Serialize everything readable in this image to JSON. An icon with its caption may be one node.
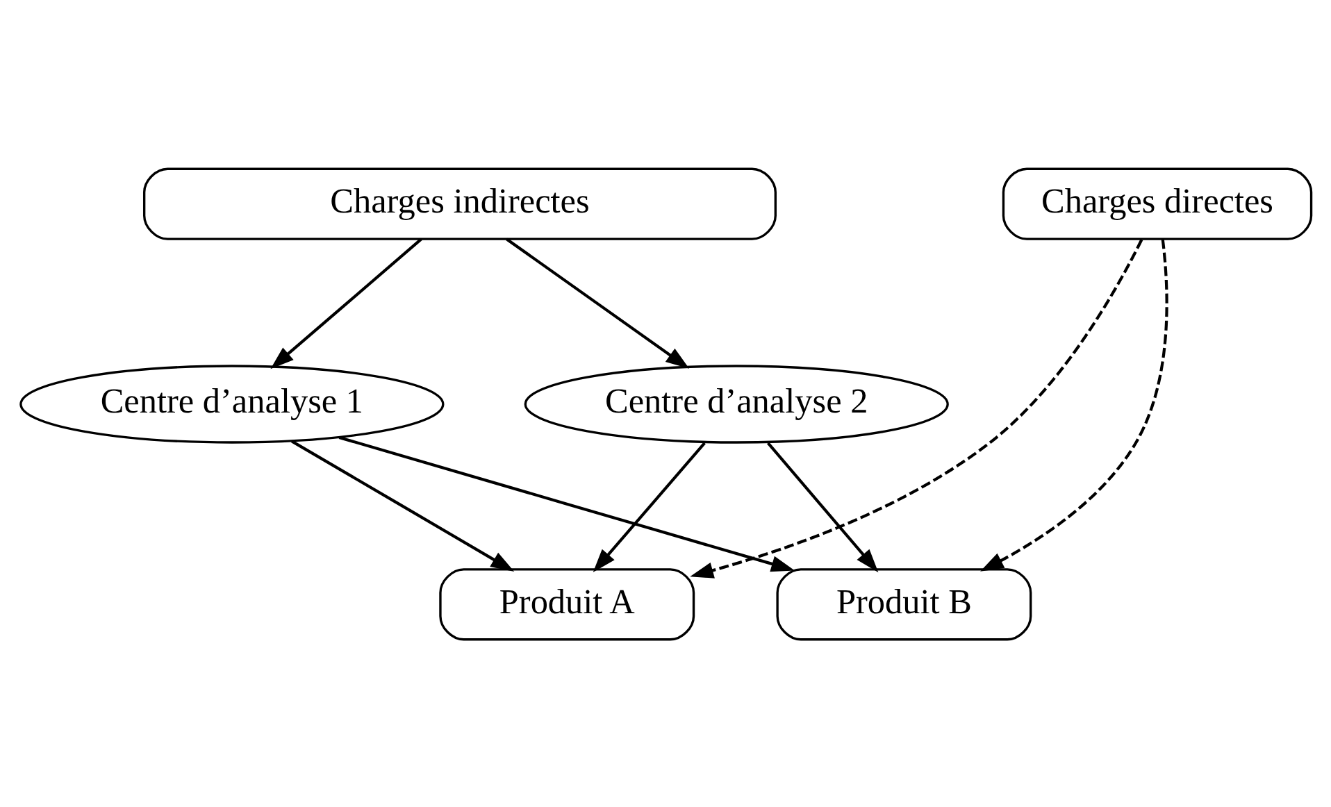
{
  "diagram": {
    "nodes": [
      {
        "text": [
          "Charges directes"
        ]
      },
      {
        "text": [
          "Charges indirectes"
        ]
      },
      {
        "text": [
          "Centre d’analyse 1"
        ]
      },
      {
        "text": [
          "Centre d’analyse 2"
        ]
      },
      {
        "text": [
          "Produit A"
        ]
      },
      {
        "text": [
          "Produit B"
        ]
      }
    ],
    "edges": [
      {
        "from": 0,
        "to": 4,
        "arrow": "to",
        "style": "dashed"
      },
      {
        "from": 0,
        "to": 5,
        "arrow": "to",
        "style": "dashed"
      },
      {
        "from": 1,
        "to": 2,
        "arrow": "to"
      },
      {
        "from": 1,
        "to": 3,
        "arrow": "to"
      },
      {
        "from": 2,
        "to": 4,
        "arrow": "to"
      },
      {
        "from": 2,
        "to": 5,
        "arrow": "to"
      },
      {
        "from": 3,
        "to": 4,
        "arrow": "to"
      },
      {
        "from": 3,
        "to": 5,
        "arrow": "to"
      }
    ]
  }
}
